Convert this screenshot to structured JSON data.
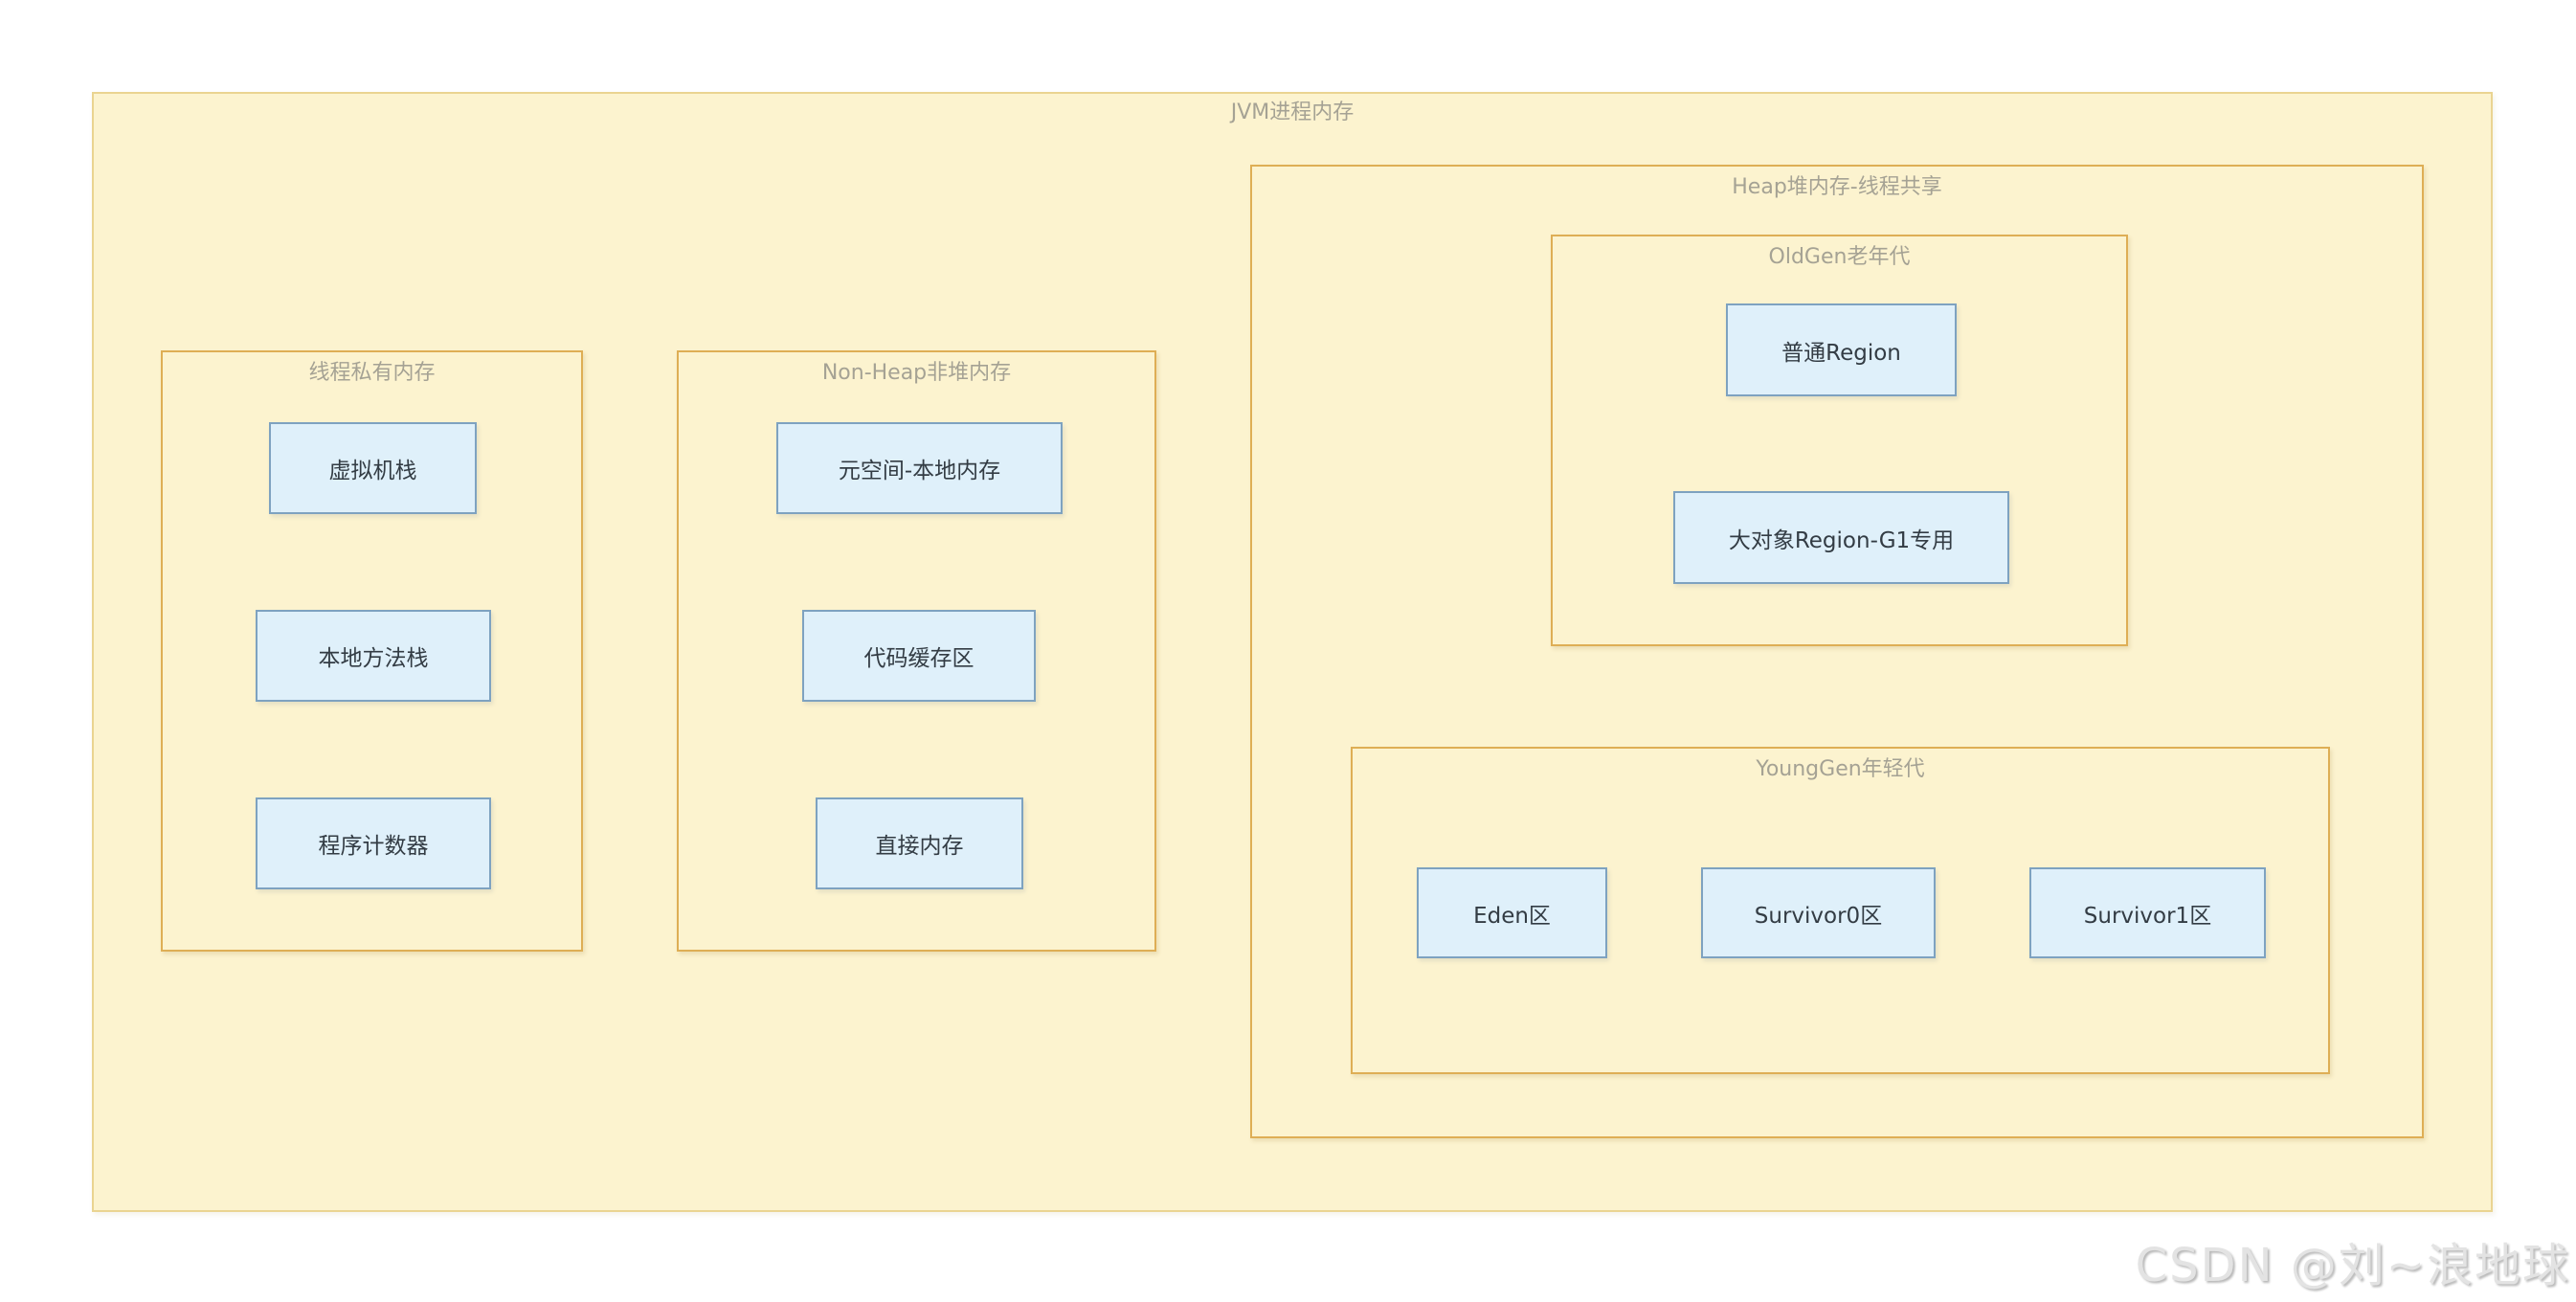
{
  "diagram": {
    "title": "JVM进程内存",
    "groups": {
      "thread_private": {
        "title": "线程私有内存",
        "items": [
          "虚拟机栈",
          "本地方法栈",
          "程序计数器"
        ]
      },
      "non_heap": {
        "title": "Non-Heap非堆内存",
        "items": [
          "元空间-本地内存",
          "代码缓存区",
          "直接内存"
        ]
      },
      "heap": {
        "title": "Heap堆内存-线程共享",
        "old_gen": {
          "title": "OldGen老年代",
          "items": [
            "普通Region",
            "大对象Region-G1专用"
          ]
        },
        "young_gen": {
          "title": "YoungGen年轻代",
          "items": [
            "Eden区",
            "Survivor0区",
            "Survivor1区"
          ]
        }
      }
    }
  },
  "watermark": {
    "text": "CSDN @刘~浪地球"
  },
  "colors": {
    "canvas_fill": "#FCF3CF",
    "outer_border": "#EAD491",
    "group_border": "#DEAE55",
    "node_fill": "#DFF0FA",
    "node_border": "#7EA2C0",
    "title_text": "#A5A294",
    "node_text": "#333C44",
    "watermark_text": "#E3E3E3"
  }
}
